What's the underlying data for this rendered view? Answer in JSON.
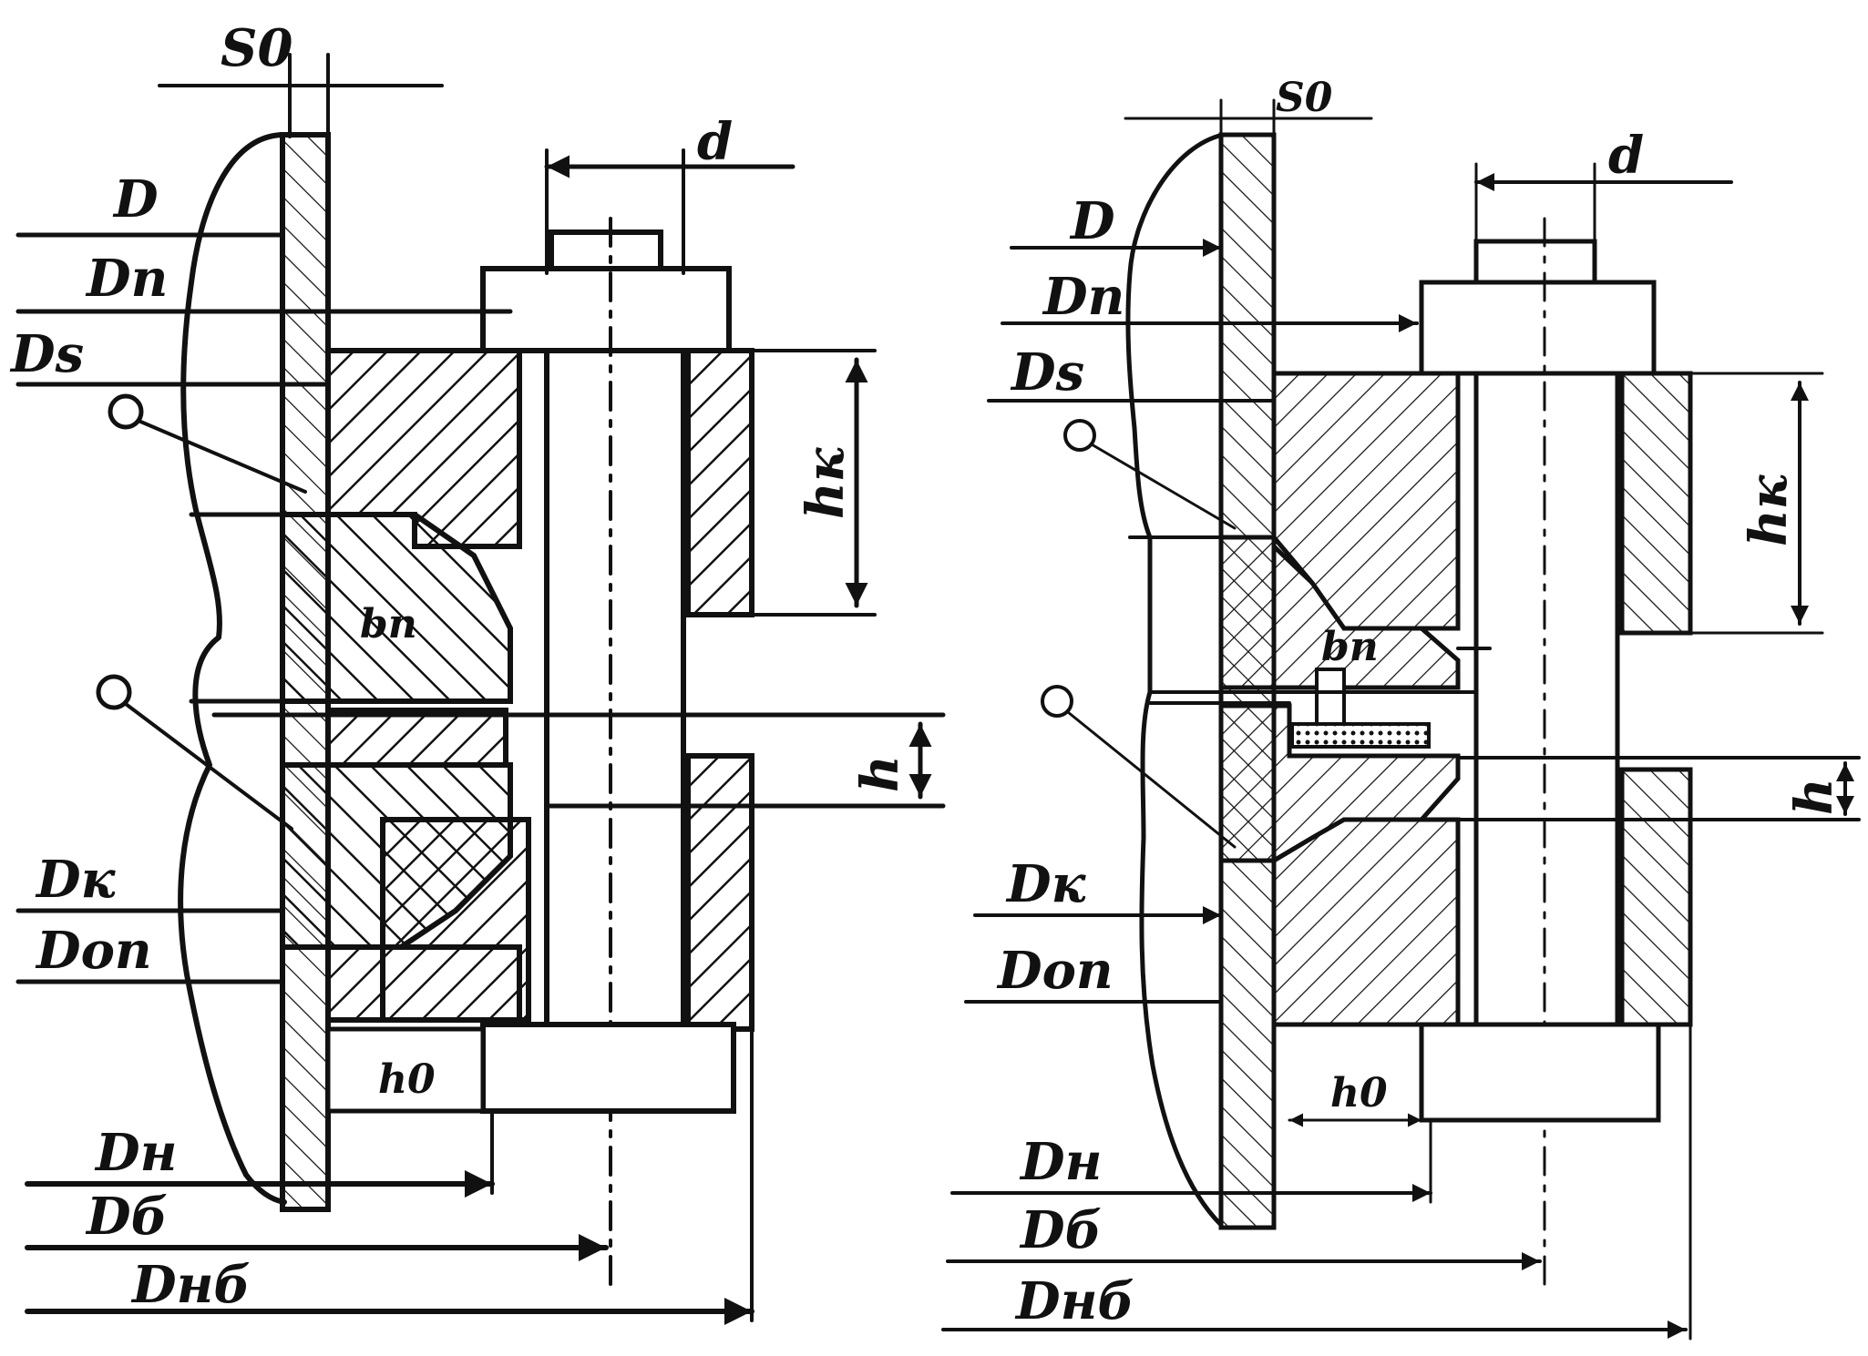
{
  "left_view": {
    "labels": {
      "s0": "S0",
      "d": "d",
      "D": "D",
      "Dn": "Dn",
      "Ds": "Ds",
      "hk": "hк",
      "h": "h",
      "bn": "bп",
      "Dk": "Dк",
      "Don": "Dоп",
      "h0": "h0",
      "Dh": "Dн",
      "Db": "Dб",
      "Dnb": "Dнб"
    }
  },
  "right_view": {
    "labels": {
      "s0": "S0",
      "d": "d",
      "D": "D",
      "Dn": "Dn",
      "Ds": "Ds",
      "hk": "hк",
      "h": "h",
      "bn": "bп",
      "Dk": "Dк",
      "Don": "Dоп",
      "h0": "h0",
      "Dh": "Dн",
      "Db": "Dб",
      "Dnb": "Dнб"
    }
  }
}
